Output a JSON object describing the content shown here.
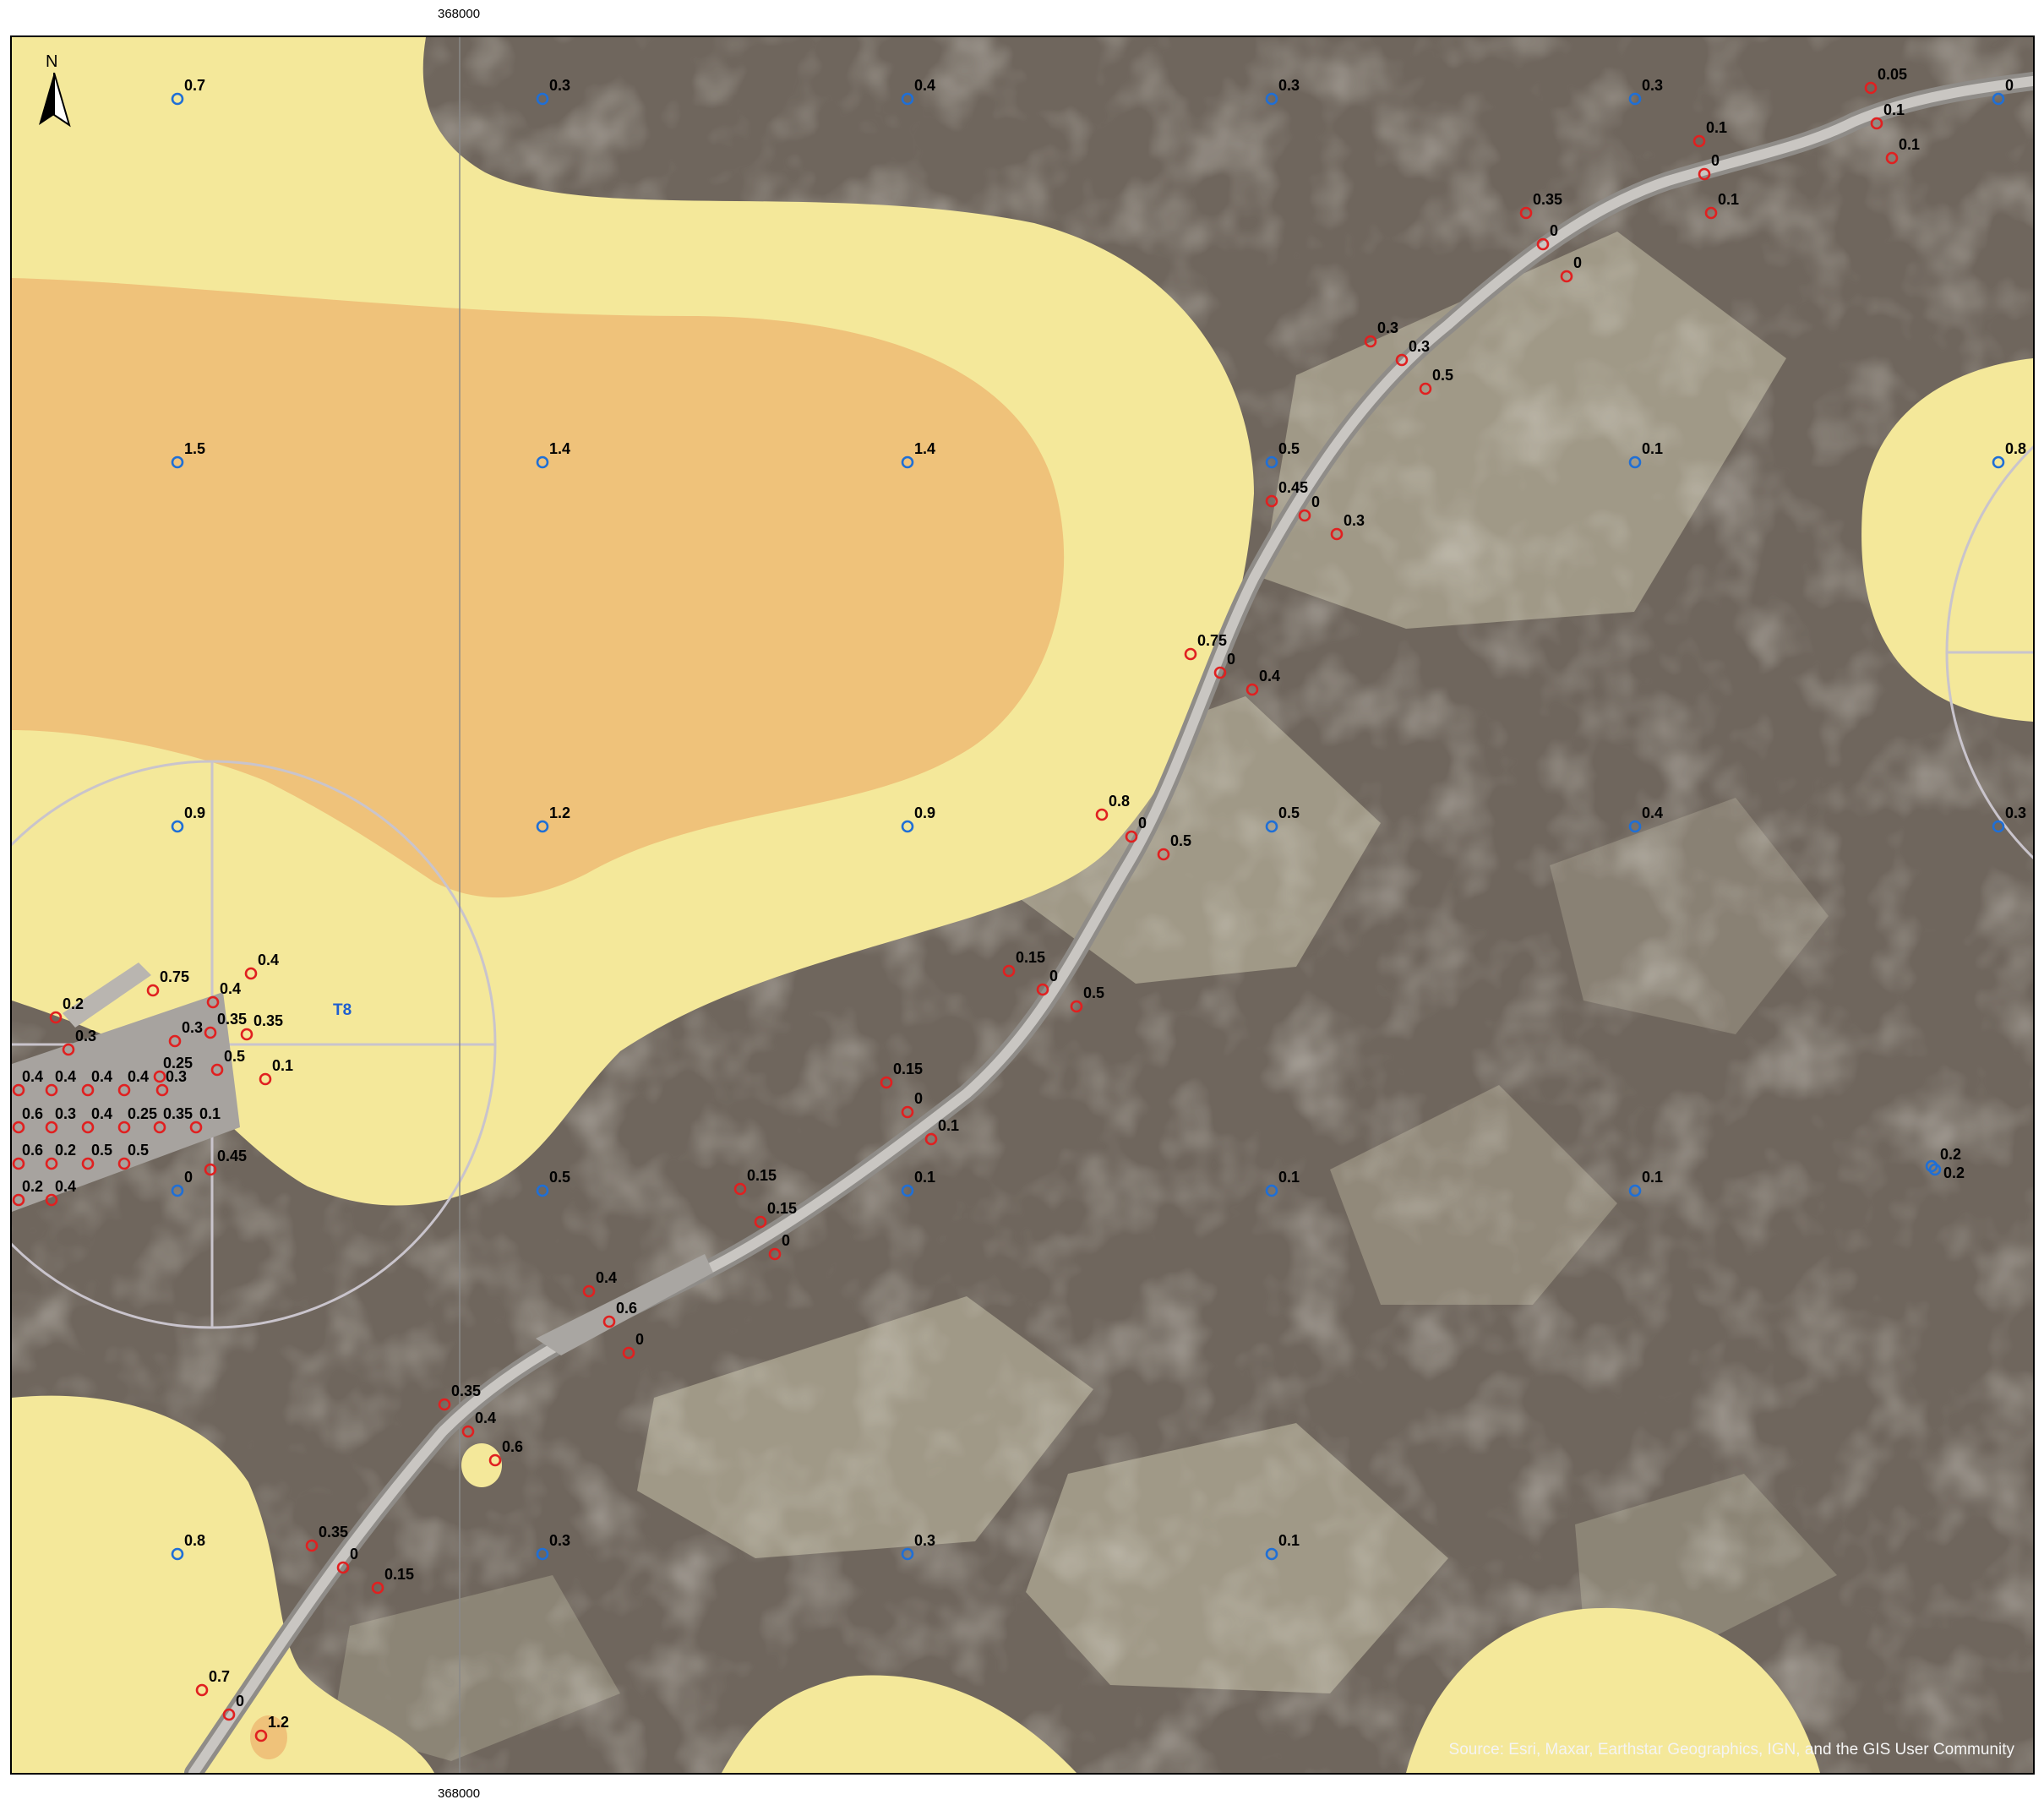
{
  "grid": {
    "easting_label": "368000"
  },
  "source_text": "Source: Esri, Maxar, Earthstar Geographics, IGN, and the GIS User Community",
  "north_label": "N",
  "turbine_label": "T8",
  "colors": {
    "pale_yellow": "#f4e89a",
    "orange": "#efc27a",
    "terrain": "#6f665d",
    "road": "#bdbab6",
    "measured_point": "#e02020",
    "predicted_point": "#1f6fd6",
    "turbine_circle": "#c9c4cc"
  },
  "icons": {
    "north_arrow": "north-arrow-icon"
  },
  "blue_values": [
    "0.7",
    "0.3",
    "0.4",
    "0.3",
    "0.3",
    "0",
    "1.5",
    "1.4",
    "1.4",
    "0.5",
    "0.1",
    "0.8",
    "0.9",
    "1.2",
    "0.9",
    "0.5",
    "0.4",
    "0.3",
    "0",
    "0.5",
    "0.1",
    "0.1",
    "0.1",
    "0.2",
    "0.2",
    "0.8",
    "0.3",
    "0.3",
    "0.1"
  ],
  "red_values": [
    "0.05",
    "0.1",
    "0.1",
    "0.1",
    "0",
    "0.1",
    "0.35",
    "0",
    "0",
    "0.3",
    "0.3",
    "0.5",
    "0.45",
    "0",
    "0.3",
    "0.75",
    "0",
    "0.4",
    "0.8",
    "0",
    "0.5",
    "0.15",
    "0",
    "0.5",
    "0.15",
    "0",
    "0.1",
    "0.15",
    "0.15",
    "0",
    "0.4",
    "0.6",
    "0",
    "0.35",
    "0.4",
    "0.6",
    "0.35",
    "0",
    "0.15",
    "0.7",
    "0",
    "1.2",
    "0.75",
    "0.4",
    "0.4",
    "0.2",
    "0.3",
    "0.3",
    "0.35",
    "0.35",
    "0.5",
    "0.1",
    "0.4",
    "0.4",
    "0.4",
    "0.4",
    "0.25",
    "0.3",
    "0.6",
    "0.3",
    "0.4",
    "0.25",
    "0.35",
    "0.1",
    "0.6",
    "0.2",
    "0.5",
    "0.5",
    "0.45",
    "0.2",
    "0.4"
  ]
}
